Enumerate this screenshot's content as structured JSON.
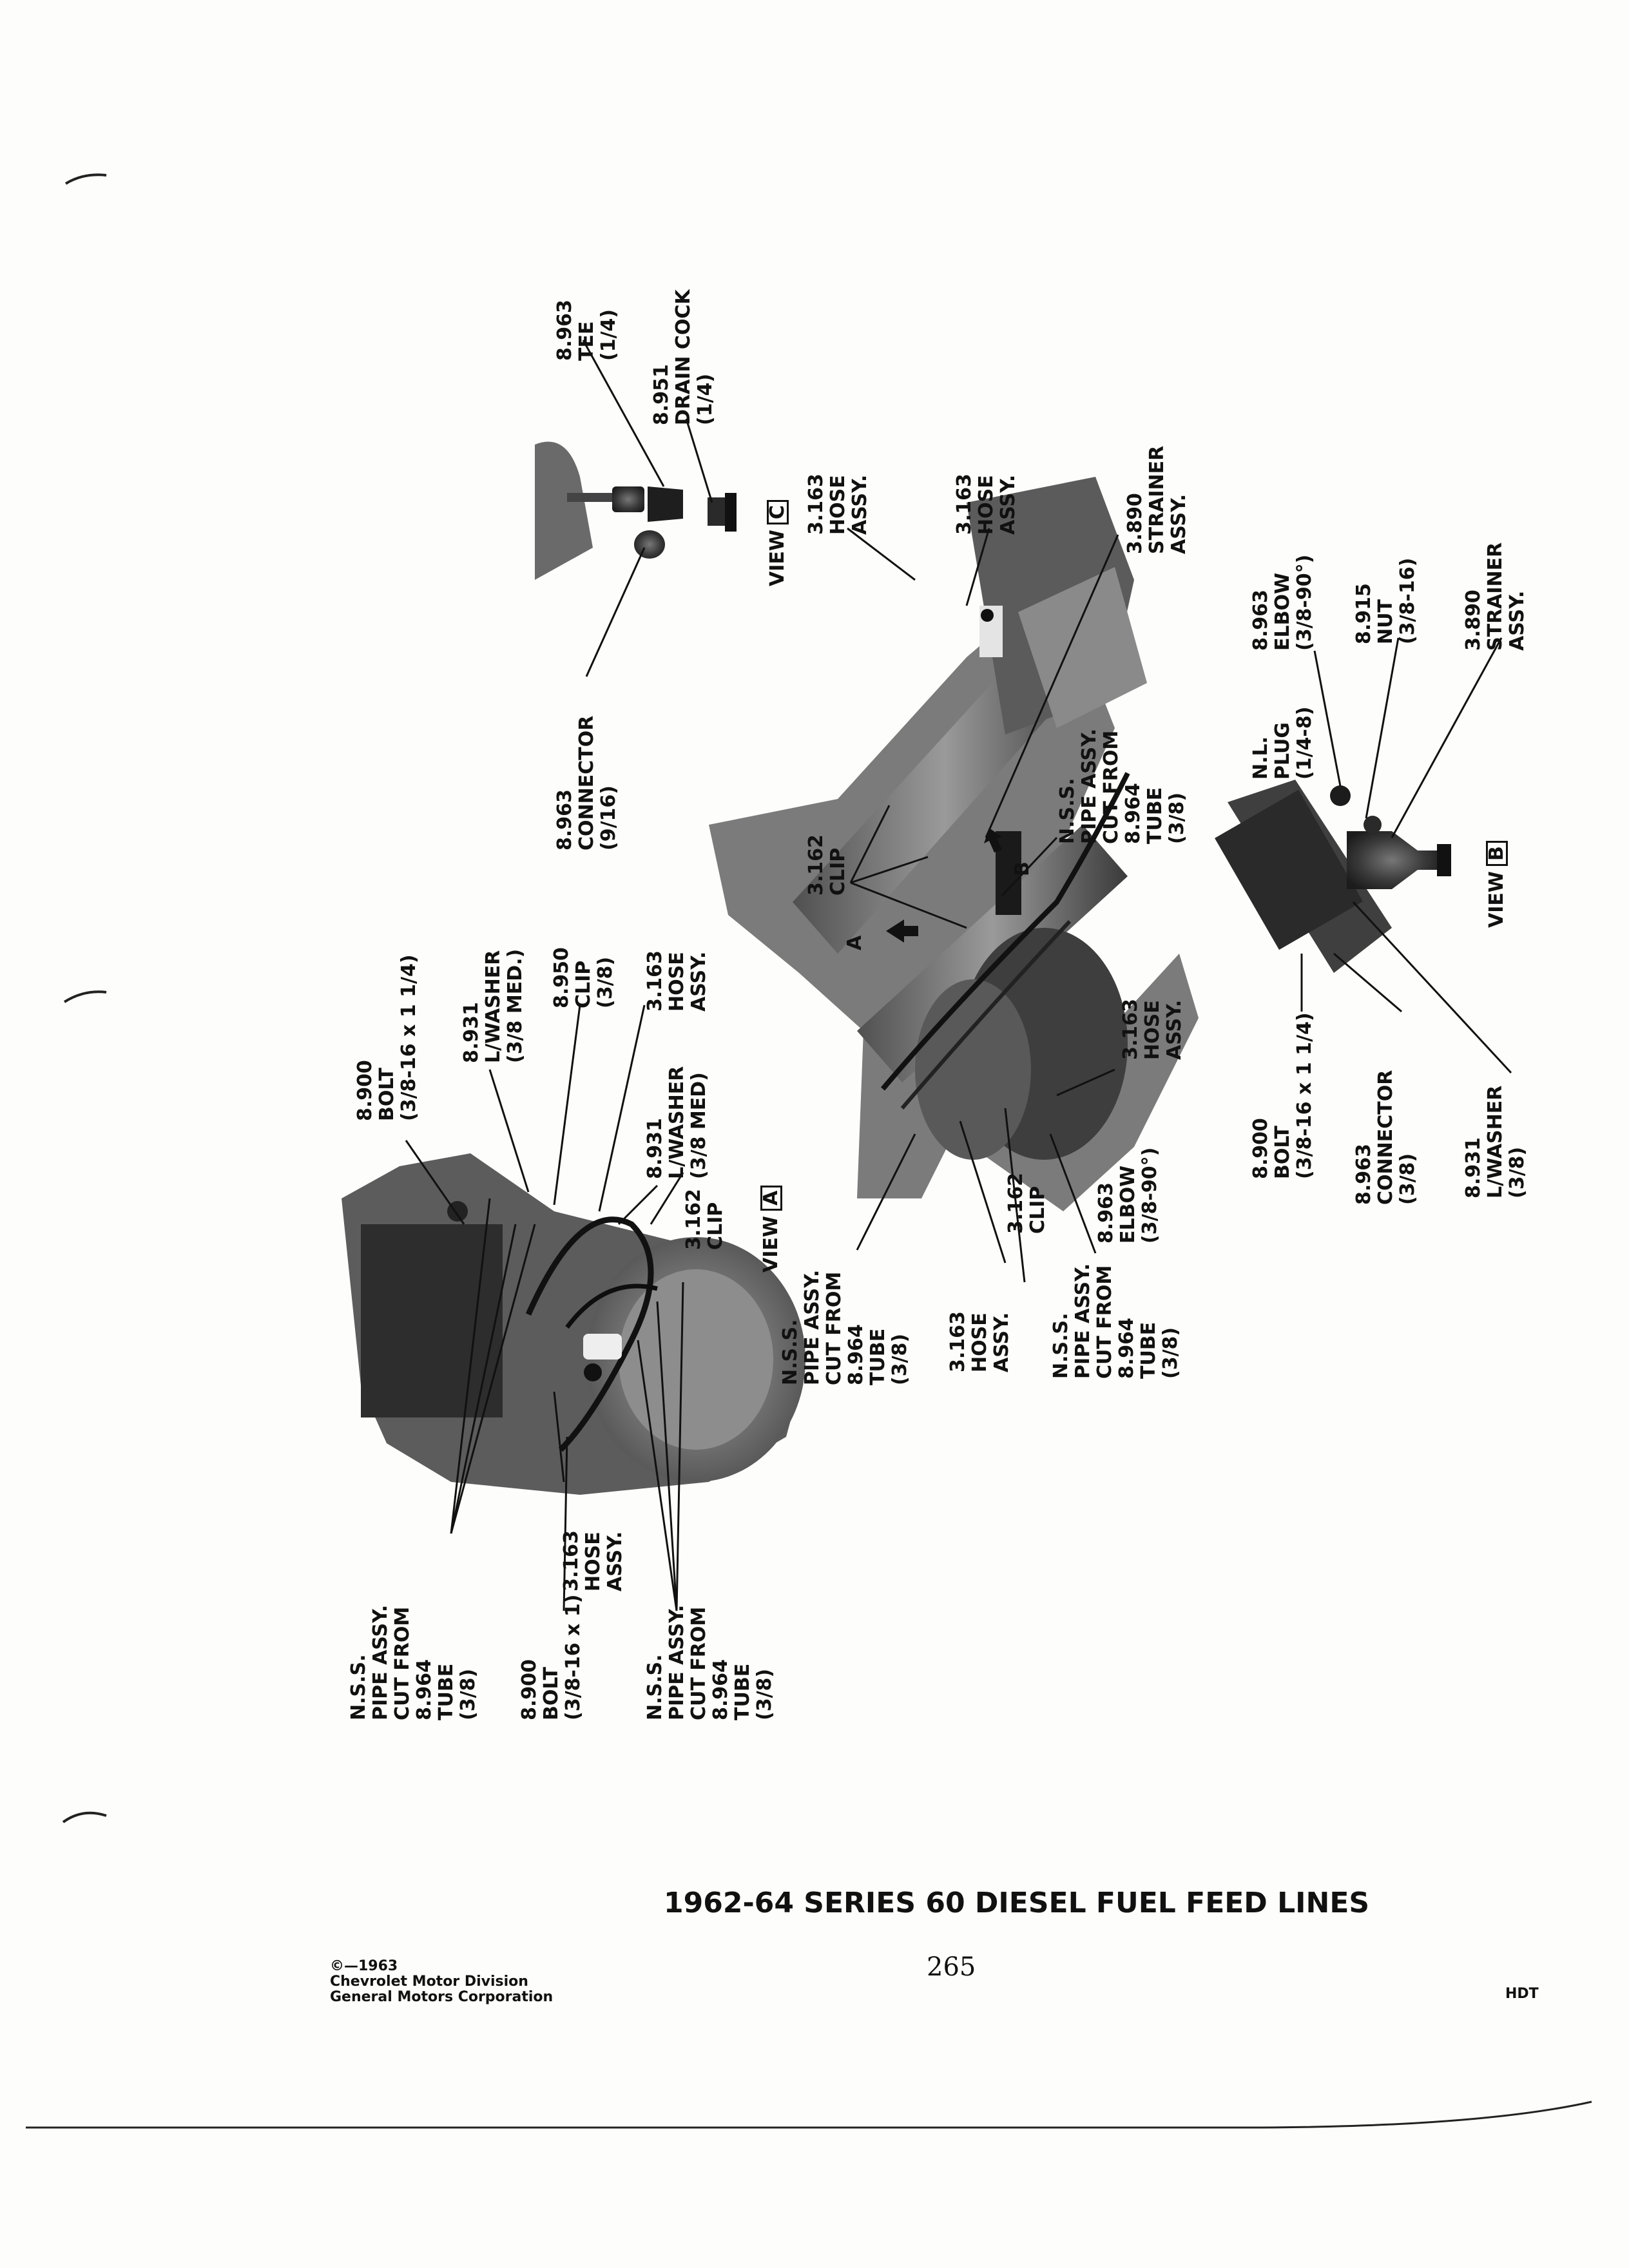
{
  "page": {
    "title": "1962-64 SERIES 60 DIESEL FUEL FEED LINES",
    "page_number": "265",
    "copyright": [
      "©—1963",
      "Chevrolet Motor Division",
      "General Motors Corporation"
    ],
    "corner_code": "HDT"
  },
  "views": {
    "a": {
      "word": "VIEW",
      "letter": "A"
    },
    "b": {
      "word": "VIEW",
      "letter": "B"
    },
    "c": {
      "word": "VIEW",
      "letter": "C"
    }
  },
  "callouts": {
    "c_tee": [
      "8.963",
      "TEE",
      "(1/4)"
    ],
    "c_drain_cock": [
      "8.951",
      "DRAIN COCK",
      "(1/4)"
    ],
    "c_connector": [
      "8.963",
      "CONNECTOR",
      "(9/16)"
    ],
    "m_hose_1": [
      "3.163",
      "HOSE",
      "ASSY."
    ],
    "m_hose_2": [
      "3.163",
      "HOSE",
      "ASSY."
    ],
    "m_strainer": [
      "3.890",
      "STRAINER",
      "ASSY."
    ],
    "m_pipe_top": [
      "N.S.S.",
      "PIPE ASSY.",
      "CUT FROM",
      "8.964",
      "TUBE",
      "(3/8)"
    ],
    "m_clip_top": [
      "3.162",
      "CLIP"
    ],
    "m_hose_3": [
      "3.163",
      "HOSE",
      "ASSY."
    ],
    "m_clip_bottom": [
      "3.162",
      "CLIP"
    ],
    "m_elbow": [
      "8.963",
      "ELBOW",
      "(3/8-90°)"
    ],
    "m_pipe_bottom": [
      "N.S.S.",
      "PIPE ASSY.",
      "CUT FROM",
      "8.964",
      "TUBE",
      "(3/8)"
    ],
    "m_hose_4": [
      "3.163",
      "HOSE",
      "ASSY."
    ],
    "m_marker_a": "A",
    "m_marker_b": "B",
    "a_bolt": [
      "8.900",
      "BOLT",
      "(3/8-16 x 1 1/4)"
    ],
    "a_lwasher_med": [
      "8.931",
      "L/WASHER",
      "(3/8 MED.)"
    ],
    "a_clip_950": [
      "8.950",
      "CLIP",
      "(3/8)"
    ],
    "a_hose": [
      "3.163",
      "HOSE",
      "ASSY."
    ],
    "a_lwasher_med2": [
      "8.931",
      "L/WASHER",
      "(3/8 MED)"
    ],
    "a_clip_162": [
      "3.162",
      "CLIP"
    ],
    "a_pipe_right": [
      "N.S.S.",
      "PIPE ASSY.",
      "CUT FROM",
      "8.964",
      "TUBE",
      "(3/8)"
    ],
    "a_pipe_left": [
      "N.S.S.",
      "PIPE ASSY.",
      "CUT FROM",
      "8.964",
      "TUBE",
      "(3/8)"
    ],
    "a_bolt_short": [
      "8.900",
      "BOLT",
      "(3/8-16 x 1)"
    ],
    "a_hose_bottom": [
      "3.163",
      "HOSE",
      "ASSY."
    ],
    "a_pipe_bottom": [
      "N.S.S.",
      "PIPE ASSY.",
      "CUT FROM",
      "8.964",
      "TUBE",
      "(3/8)"
    ],
    "b_plug": [
      "N.L.",
      "PLUG",
      "(1/4-8)"
    ],
    "b_elbow": [
      "8.963",
      "ELBOW",
      "(3/8-90°)"
    ],
    "b_nut": [
      "8.915",
      "NUT",
      "(3/8-16)"
    ],
    "b_strainer": [
      "3.890",
      "STRAINER",
      "ASSY."
    ],
    "b_bolt": [
      "8.900",
      "BOLT",
      "(3/8-16 x 1 1/4)"
    ],
    "b_connector": [
      "8.963",
      "CONNECTOR",
      "(3/8)"
    ],
    "b_lwasher": [
      "8.931",
      "L/WASHER",
      "(3/8)"
    ]
  }
}
